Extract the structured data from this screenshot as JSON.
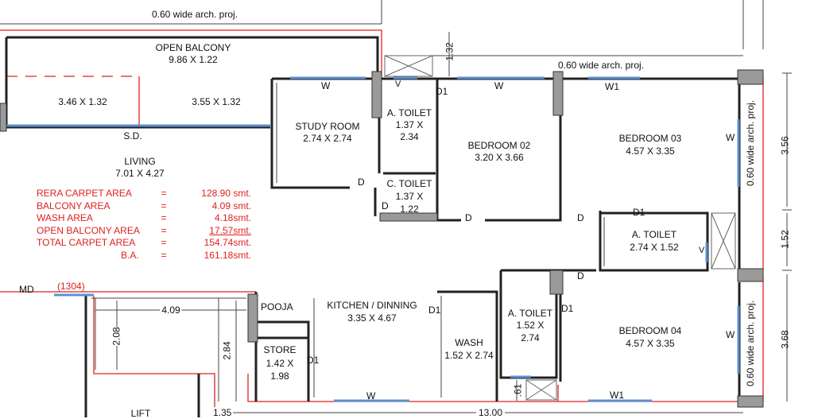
{
  "projections": {
    "top": "0.60 wide  arch. proj.",
    "mid": "0.60 wide  arch. proj.",
    "right_upper": "0.60 wide  arch. proj.",
    "right_lower": "0.60 wide  arch. proj."
  },
  "rooms": {
    "open_balcony": {
      "name": "OPEN BALCONY",
      "size": "9.86 X 1.22"
    },
    "balcony_left": {
      "size": "3.46 X 1.32"
    },
    "balcony_right": {
      "size": "3.55 X 1.32"
    },
    "sd": {
      "name": "S.D."
    },
    "living": {
      "name": "LIVING",
      "size": "7.01 X 4.27"
    },
    "study": {
      "name": "STUDY ROOM",
      "size": "2.74 X 2.74"
    },
    "a_toilet_1": {
      "name": "A. TOILET",
      "size1": "1.37 X",
      "size2": "2.34"
    },
    "c_toilet": {
      "name": "C. TOILET",
      "size1": "1.37 X",
      "size2": "1.22"
    },
    "bedroom02": {
      "name": "BEDROOM 02",
      "size": "3.20 X 3.66"
    },
    "bedroom03": {
      "name": "BEDROOM 03",
      "size": "4.57 X 3.35"
    },
    "a_toilet_2": {
      "name": "A. TOILET",
      "size": "2.74 X 1.52"
    },
    "pooja": {
      "name": "POOJA"
    },
    "kitchen": {
      "name": "KITCHEN / DINNING",
      "size": "3.35 X 4.67"
    },
    "store": {
      "name": "STORE",
      "size1": "1.42 X",
      "size2": "1.98"
    },
    "wash": {
      "name": "WASH",
      "size": "1.52 X 2.74"
    },
    "a_toilet_3": {
      "name": "A. TOILET",
      "size1": "1.52 X",
      "size2": "2.74"
    },
    "bedroom04": {
      "name": "BEDROOM 04",
      "size": "4.57 X 3.35"
    },
    "lift": {
      "name": "LIFT"
    }
  },
  "marks": {
    "w": "W",
    "w1": "W1",
    "v": "V",
    "d": "D",
    "d1": "D1",
    "md": "MD",
    "unit": "(1304)"
  },
  "dims": {
    "d132": "1.32",
    "d356": "3.56",
    "d152": "1.52",
    "d368": "3.68",
    "d409": "4.09",
    "d208": "2.08",
    "d284": "2.84",
    "d61": ".61",
    "d135": "1.35",
    "d1300": "13.00"
  },
  "areas": {
    "rera_label": "RERA CARPET AREA",
    "rera_value": "128.90 smt.",
    "balcony_label": "BALCONY   AREA",
    "balcony_value": "4.09 smt.",
    "wash_label": "WASH   AREA",
    "wash_value": "4.18smt.",
    "open_label": "OPEN BALCONY AREA",
    "open_value": "17.57smt.",
    "total_label": "TOTAL CARPET AREA",
    "total_value": "154.74smt.",
    "ba_label": "B.A.",
    "ba_value": "161.18smt.",
    "eq": "="
  },
  "colors": {
    "wall": "#222222",
    "red": "#e0201e",
    "window": "#5b8fd1",
    "column": "#9a9a9a"
  }
}
